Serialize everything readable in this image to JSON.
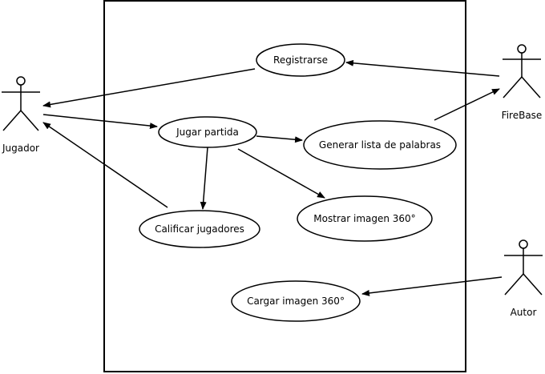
{
  "diagram": {
    "actors": {
      "jugador": "Jugador",
      "firebase": "FireBase",
      "autor": "Autor"
    },
    "use_cases": {
      "registrarse": "Registrarse",
      "jugar_partida": "Jugar partida",
      "generar_lista": "Generar lista de palabras",
      "calificar": "Calificar jugadores",
      "mostrar_imagen": "Mostrar imagen 360°",
      "cargar_imagen": "Cargar imagen 360°"
    }
  }
}
